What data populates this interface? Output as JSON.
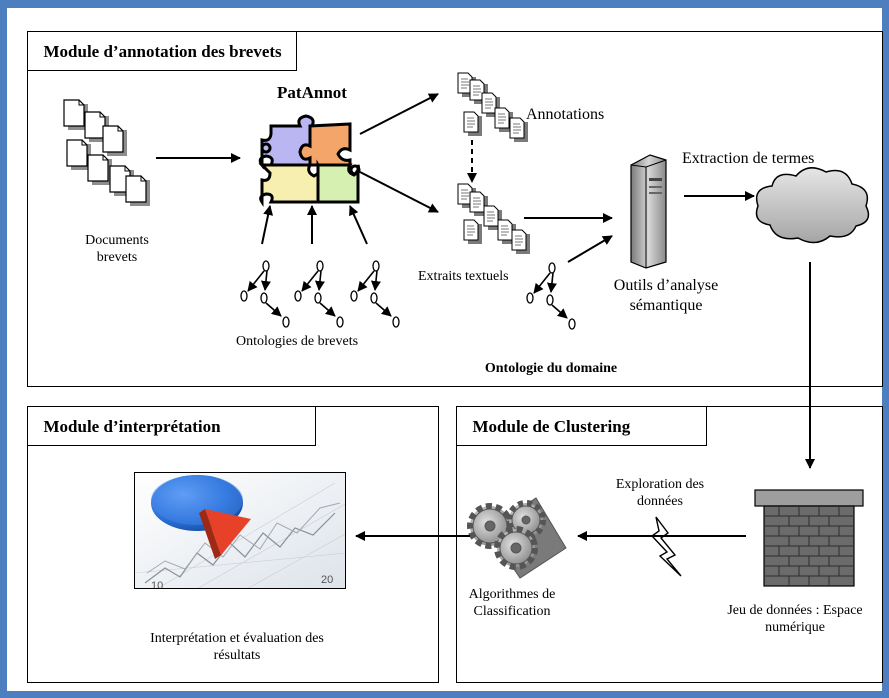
{
  "modules": {
    "annotation": {
      "title": "Module d’annotation des brevets"
    },
    "interpretation": {
      "title": "Module d’interprétation"
    },
    "clustering": {
      "title": "Module de Clustering"
    }
  },
  "labels": {
    "patannot": "PatAnnot",
    "documents": "Documents brevets",
    "annotations": "Annotations",
    "extraits": "Extraits textuels",
    "ontologies_brevets": "Ontologies de brevets",
    "ontologie_domaine": "Ontologie du domaine",
    "outils": "Outils d’analyse sémantique",
    "extraction": "Extraction de termes",
    "jeu": "Jeu de données : Espace numérique",
    "exploration": "Exploration des données",
    "algorithmes": "Algorithmes de Classification",
    "interpretation": "Interprétation et évaluation des résultats"
  },
  "chart_thumbnail_ticks": [
    "10",
    "20"
  ],
  "colors": {
    "frame": "#4d7ebf",
    "puzzle_blue": "#b9b6f2",
    "puzzle_orange": "#f4a66a",
    "puzzle_green": "#d6f0b1",
    "puzzle_yellow": "#f6efb0",
    "pie_blue": "#2b6fd6",
    "pie_red": "#e8412a"
  }
}
